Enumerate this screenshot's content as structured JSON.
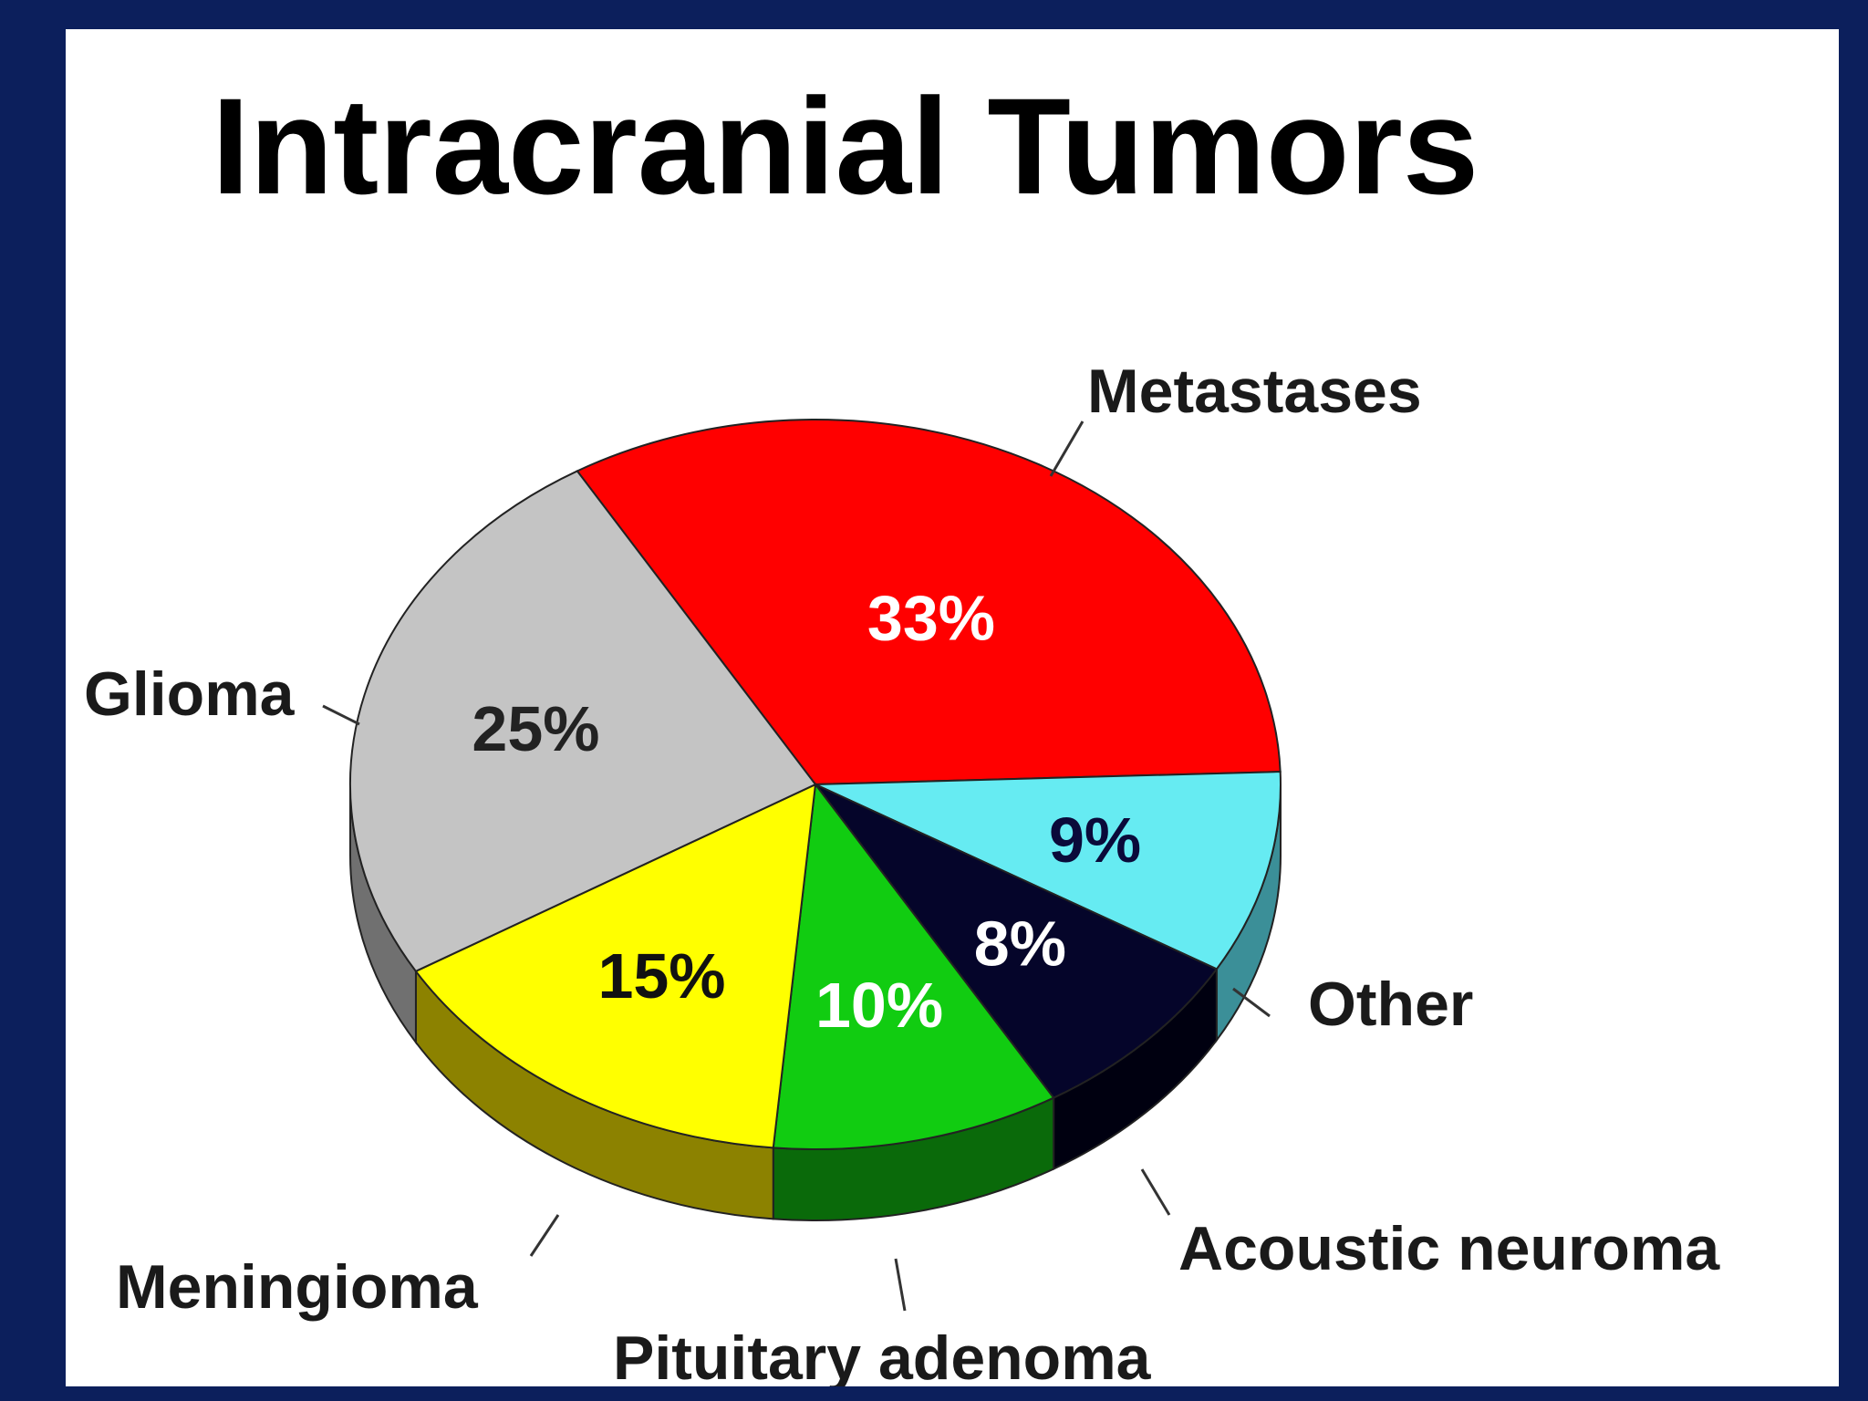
{
  "chart_data": {
    "type": "pie",
    "title": "Intracranial Tumors",
    "slices": [
      {
        "label": "Metastases",
        "value": 33,
        "value_label": "33%",
        "color": "#ff0000",
        "side_color": "#9a0000",
        "text_color": "#ffffff"
      },
      {
        "label": "Other",
        "value": 9,
        "value_label": "9%",
        "color": "#66ebf2",
        "side_color": "#3b8f98",
        "text_color": "#0a0a3a"
      },
      {
        "label": "Acoustic neuroma",
        "value": 8,
        "value_label": "8%",
        "color": "#05052a",
        "side_color": "#000010",
        "text_color": "#ffffff"
      },
      {
        "label": "Pituitary adenoma",
        "value": 10,
        "value_label": "10%",
        "color": "#11cc11",
        "side_color": "#0a6a0a",
        "text_color": "#ffffff"
      },
      {
        "label": "Meningioma",
        "value": 15,
        "value_label": "15%",
        "color": "#ffff00",
        "side_color": "#8c8200",
        "text_color": "#111111"
      },
      {
        "label": "Glioma",
        "value": 25,
        "value_label": "25%",
        "color": "#c4c4c4",
        "side_color": "#707070",
        "text_color": "#222222"
      }
    ]
  },
  "colors": {
    "frame_background": "#0c1f5c",
    "panel_background": "#ffffff"
  }
}
